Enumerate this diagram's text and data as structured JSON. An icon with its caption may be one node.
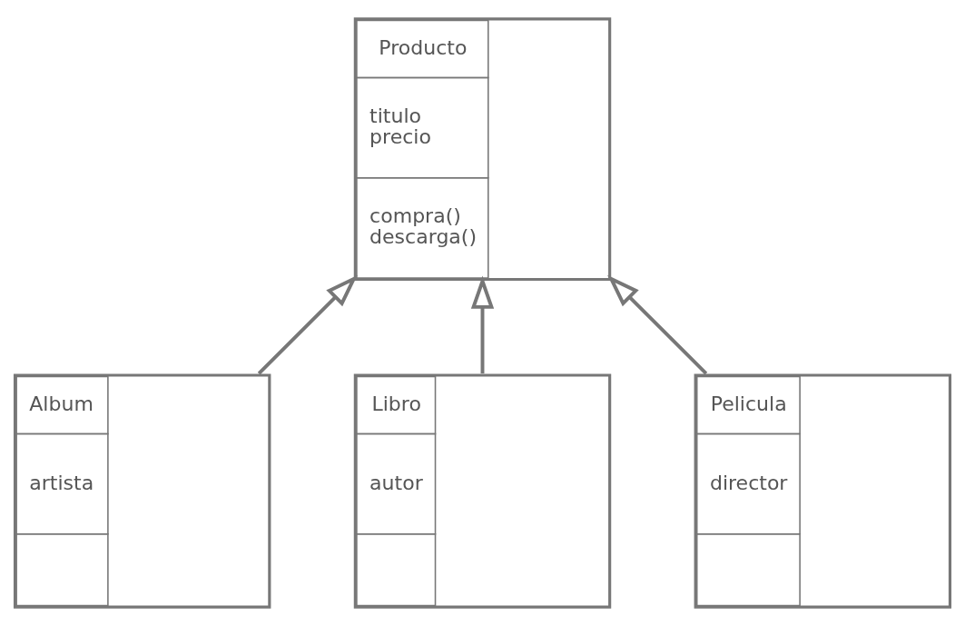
{
  "diagram": {
    "nodes": [
      {
        "text": [
          "Producto",
          "titulo precio",
          "compra() descarga()"
        ]
      },
      {
        "text": [
          "Album",
          "artista"
        ]
      },
      {
        "text": [
          "Libro",
          "autor"
        ]
      },
      {
        "text": [
          "Pelicula",
          "director"
        ]
      }
    ],
    "edges": [
      {
        "from": 1,
        "to": 0,
        "arrow": "to"
      },
      {
        "from": 2,
        "to": 0,
        "arrow": "to"
      },
      {
        "from": 3,
        "to": 0,
        "arrow": "to"
      }
    ]
  }
}
